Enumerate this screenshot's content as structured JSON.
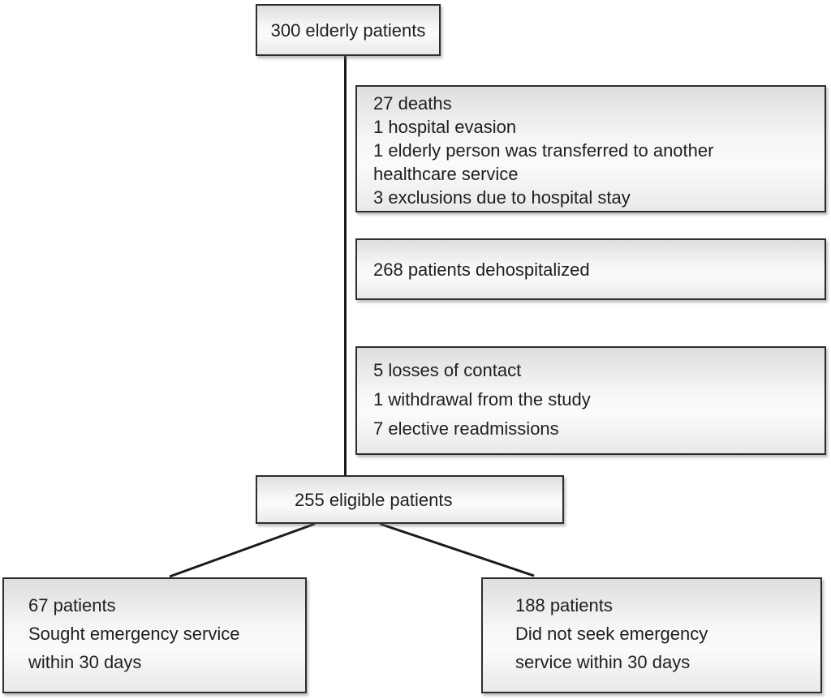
{
  "colors": {
    "background": "#ffffff",
    "box_border": "#2d2d2d",
    "box_fill_top": "#dedede",
    "box_fill_bottom": "#e9e9e9",
    "text": "#1f1f1f",
    "connector": "#1a1a1a"
  },
  "diagram": {
    "type": "patient-flow-chart",
    "nodes": {
      "enrolled": {
        "lines": [
          "300 elderly patients"
        ]
      },
      "initial_exclusions": {
        "lines": [
          "27 deaths",
          "1 hospital evasion",
          "1 elderly person was transferred to another",
          "healthcare service",
          "3 exclusions due to hospital stay"
        ]
      },
      "dehospitalized": {
        "lines": [
          "268 patients dehospitalized"
        ]
      },
      "followup_exclusions": {
        "lines": [
          "5 losses of contact",
          "1 withdrawal from the study",
          "7 elective readmissions"
        ]
      },
      "eligible": {
        "lines": [
          "255 eligible patients"
        ]
      },
      "sought_emergency": {
        "lines": [
          "67 patients",
          "Sought emergency service",
          "within 30 days"
        ]
      },
      "did_not_seek_emergency": {
        "lines": [
          "188 patients",
          "Did not seek emergency",
          "service within 30 days"
        ]
      }
    }
  }
}
